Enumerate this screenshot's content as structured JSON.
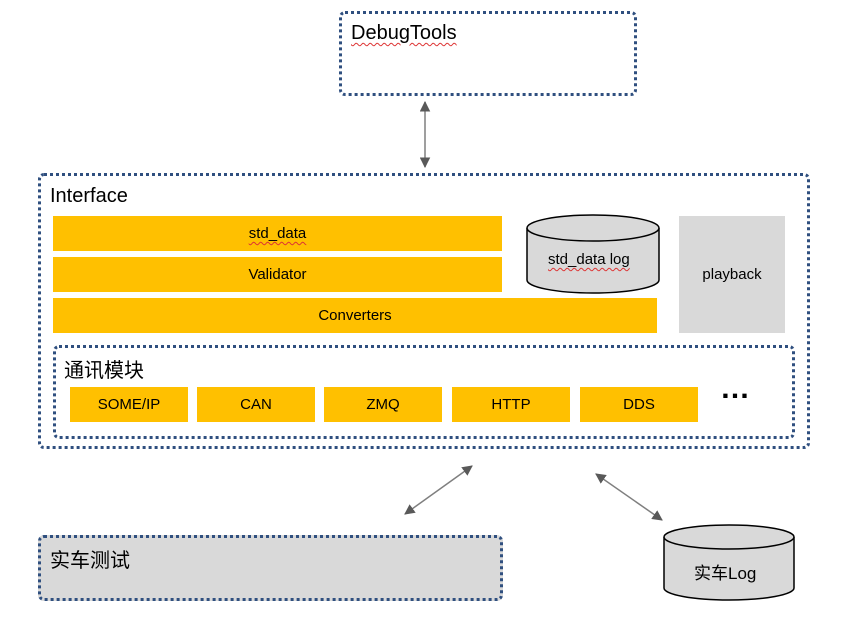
{
  "debugtools": {
    "title": "DebugTools"
  },
  "interface": {
    "title": "Interface",
    "bars": {
      "std_data": "std_data",
      "validator": "Validator",
      "converters": "Converters"
    },
    "db": {
      "label": "std_data log"
    },
    "playback": {
      "label": "playback"
    },
    "comm": {
      "title": "通讯模块",
      "protocols": [
        "SOME/IP",
        "CAN",
        "ZMQ",
        "HTTP",
        "DDS"
      ],
      "more": "…"
    }
  },
  "vehicle_test": {
    "title": "实车测试"
  },
  "vehicle_log": {
    "label": "实车Log"
  },
  "colors": {
    "accent": "#ffc000",
    "border": "#2f4f7f",
    "gray": "#d9d9d9",
    "arrow": "#7f7f7f"
  }
}
